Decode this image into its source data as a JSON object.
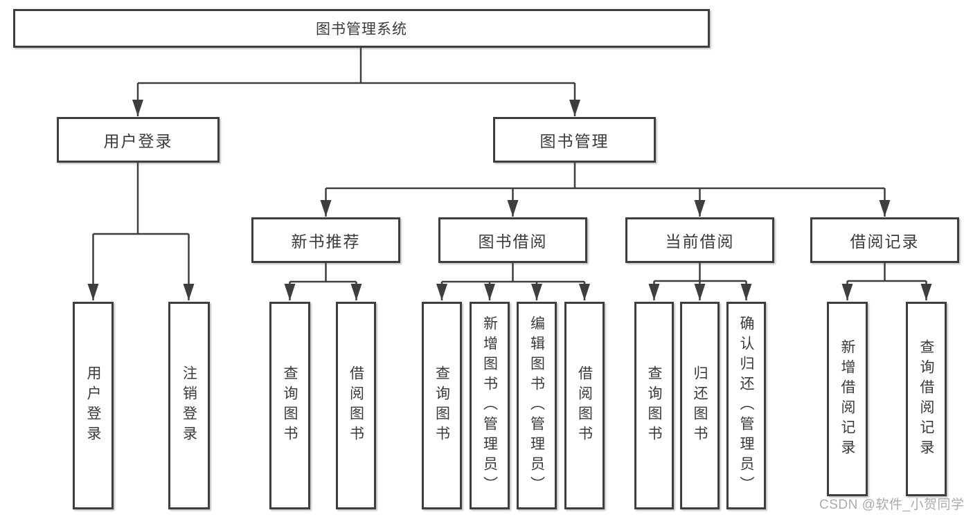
{
  "diagram_title": "图书管理系统",
  "colors": {
    "line": "#3e3e3e",
    "text": "#3a3a3a",
    "box_background": "#ffffff",
    "watermark": "#ababab"
  },
  "watermark": {
    "text": "CSDN @软件_小贺同学"
  },
  "tree": {
    "label": "图书管理系统",
    "children": [
      {
        "label": "用户登录",
        "children": [
          {
            "label": "用户登录"
          },
          {
            "label": "注销登录"
          }
        ]
      },
      {
        "label": "图书管理",
        "children": [
          {
            "label": "新书推荐",
            "children": [
              {
                "label": "查询图书"
              },
              {
                "label": "借阅图书"
              }
            ]
          },
          {
            "label": "图书借阅",
            "children": [
              {
                "label": "查询图书"
              },
              {
                "label": "新增图书（管理员）"
              },
              {
                "label": "编辑图书（管理员）"
              },
              {
                "label": "借阅图书"
              }
            ]
          },
          {
            "label": "当前借阅",
            "children": [
              {
                "label": "查询图书"
              },
              {
                "label": "归还图书"
              },
              {
                "label": "确认归还（管理员）"
              }
            ]
          },
          {
            "label": "借阅记录",
            "children": [
              {
                "label": "新增借阅记录"
              },
              {
                "label": "查询借阅记录"
              }
            ]
          }
        ]
      }
    ]
  }
}
